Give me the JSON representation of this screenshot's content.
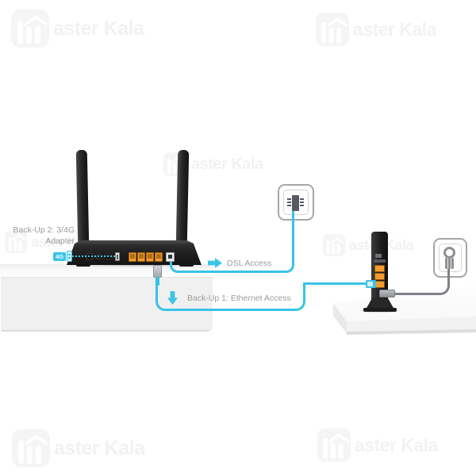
{
  "watermark": {
    "brand": "Master Kala",
    "display_text": "aster Kala",
    "color": "#f2f2f2"
  },
  "labels": {
    "backup2_line1": "Back-Up 2: 3/4G",
    "backup2_line2": "Adapter",
    "badge_4g": "4G",
    "dsl_access": "DSL Access",
    "backup1": "Back-Up 1: Ethernet Access"
  },
  "colors": {
    "accent_cyan": "#38c3e6",
    "label_gray": "#9b9b9b",
    "port_orange": "#f49a2e",
    "device_black": "#1d1d1d",
    "power_cable_gray": "#7e8287",
    "watermark_gray": "#f2f2f2"
  }
}
